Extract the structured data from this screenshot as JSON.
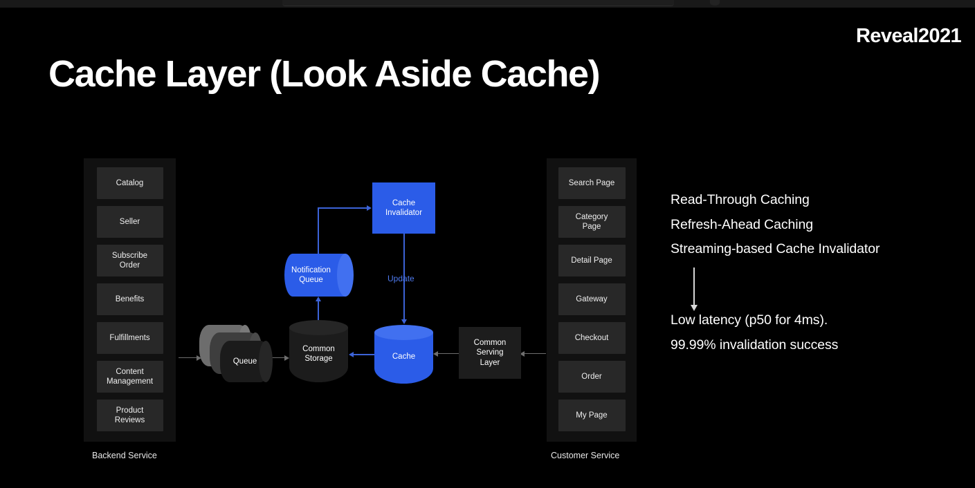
{
  "header": {
    "brand": "Reveal2021",
    "title": "Cache Layer (Look Aside Cache)"
  },
  "backend_panel": {
    "caption": "Backend Service",
    "items": [
      {
        "label": "Catalog"
      },
      {
        "label": "Seller"
      },
      {
        "label": "Subscribe\nOrder"
      },
      {
        "label": "Benefits"
      },
      {
        "label": "Fulfillments"
      },
      {
        "label": "Content\nManagement"
      },
      {
        "label": "Product\nReviews"
      }
    ]
  },
  "customer_panel": {
    "caption": "Customer Service",
    "items": [
      {
        "label": "Search Page"
      },
      {
        "label": "Category\nPage"
      },
      {
        "label": "Detail Page"
      },
      {
        "label": "Gateway"
      },
      {
        "label": "Checkout"
      },
      {
        "label": "Order"
      },
      {
        "label": "My Page"
      }
    ]
  },
  "diagram": {
    "nodes": {
      "cache_invalidator": "Cache\nInvalidator",
      "notification_queue": "Notification\nQueue",
      "queue": "Queue",
      "common_storage": "Common\nStorage",
      "cache": "Cache",
      "common_serving_layer": "Common\nServing\nLayer"
    },
    "edge_labels": {
      "update": "Update"
    }
  },
  "notes": {
    "features": [
      "Read-Through Caching",
      "Refresh-Ahead Caching",
      "Streaming-based Cache Invalidator"
    ],
    "results": [
      "Low latency (p50 for 4ms).",
      "99.99% invalidation success"
    ]
  },
  "colors": {
    "background": "#000000",
    "accent_blue": "#2B5CE8",
    "accent_blue_light": "#4170F0",
    "edge_label_blue": "#4F7BF0",
    "panel_bg": "#111111",
    "panel_item_bg": "#282828",
    "connector_grey": "#6E6E6E",
    "connector_blue": "#3C63D8",
    "text_primary": "#FFFFFF"
  }
}
